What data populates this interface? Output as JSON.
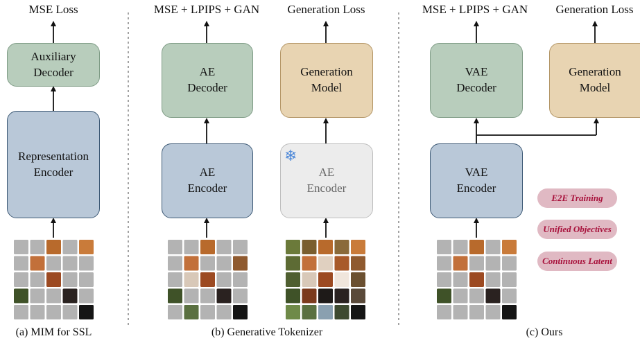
{
  "panel_a": {
    "loss": "MSE Loss",
    "decoder": "Auxiliary\nDecoder",
    "encoder": "Representation\nEncoder",
    "caption": "(a) MIM for SSL"
  },
  "panel_b": {
    "loss_left": "MSE + LPIPS + GAN",
    "loss_right": "Generation Loss",
    "decoder": "AE\nDecoder",
    "gen_model": "Generation\nModel",
    "encoder": "AE\nEncoder",
    "frozen_encoder": "AE\nEncoder",
    "caption": "(b) Generative Tokenizer"
  },
  "panel_c": {
    "loss_left": "MSE + LPIPS + GAN",
    "loss_right": "Generation Loss",
    "decoder": "VAE\nDecoder",
    "gen_model": "Generation\nModel",
    "encoder": "VAE\nEncoder",
    "caption": "(c) Ours",
    "tags": [
      "E2E Training",
      "Unified Objectives",
      "Continuous Latent"
    ]
  },
  "frozen_icon": "snowflake-icon",
  "colors": {
    "decoder_fill": "#b8cdbc",
    "encoder_fill": "#b9c8d8",
    "gen_model_fill": "#e8d4b2",
    "frozen_fill": "#ececec",
    "tag_fill": "#e0b9c3",
    "tag_text": "#a8123c"
  }
}
